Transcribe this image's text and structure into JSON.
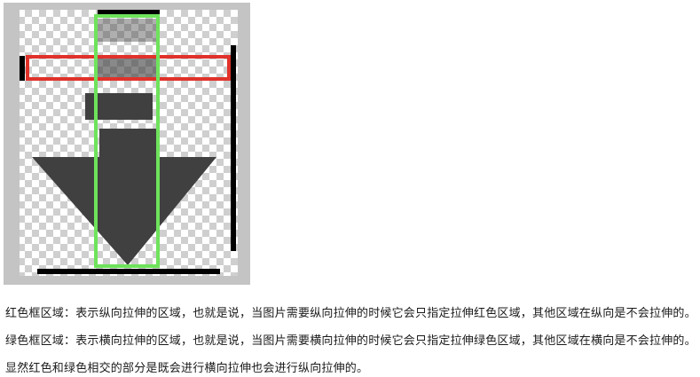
{
  "figure": {
    "icon": "down-arrow-icon",
    "colors": {
      "red_region": "#e0322a",
      "green_region": "#6ee35b",
      "arrow": "#404040",
      "marker": "#000000",
      "frame": "#c4c4c4"
    }
  },
  "paragraphs": [
    "红色框区域：表示纵向拉伸的区域，也就是说，当图片需要纵向拉伸的时候它会只指定拉伸红色区域，其他区域在纵向是不会拉伸的。",
    "绿色框区域：表示横向拉伸的区域，也就是说，当图片需要横向拉伸的时候它会只指定拉伸绿色区域，其他区域在横向是不会拉伸的。",
    "显然红色和绿色相交的部分是既会进行横向拉伸也会进行纵向拉伸的。"
  ]
}
